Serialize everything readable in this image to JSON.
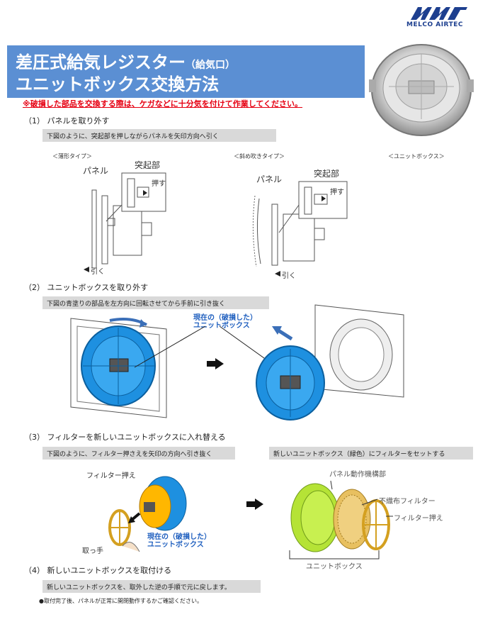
{
  "brand": {
    "name": "MELCO AIRTEC",
    "colors": {
      "banner": "#5b8fd3",
      "warning": "#e60012",
      "unit_blue": "#1e90e0",
      "unit_green": "#b5e336",
      "filter_yellow": "#e8c060"
    }
  },
  "header": {
    "title_line1": "差圧式給気レジスター",
    "title_line1_sub": "（給気口）",
    "title_line2": "ユニットボックス交換方法"
  },
  "warning": "※破損した部品を交換する際は、ケガなどに十分気を付けて作業してください。",
  "step1": {
    "heading": "（1） パネルを取り外す",
    "note": "下図のように、突起部を押しながらパネルを矢印方向へ引く",
    "labels": {
      "thin_type": "＜薄形タイプ＞",
      "slant_type": "＜斜め吹きタイプ＞",
      "unit_box": "＜ユニットボックス＞",
      "panel": "パネル",
      "protrusion": "突起部",
      "push": "押す",
      "pull": "引く"
    }
  },
  "step2": {
    "heading": "（2） ユニットボックスを取り外す",
    "note": "下図の青塗りの部品を左方向に回転させてから手前に引き抜く",
    "current_box": "現在の（破損した）\nユニットボックス",
    "current_box_l1": "現在の（破損した）",
    "current_box_l2": "ユニットボックス"
  },
  "step3": {
    "heading": "（3） フィルターを新しいユニットボックスに入れ替える",
    "note_left": "下図のように、フィルター押さえを矢印の方向へ引き抜く",
    "note_right": "新しいユニットボックス（緑色）にフィルターをセットする",
    "labels": {
      "filter_holder": "フィルター押え",
      "handle": "取っ手",
      "current_l1": "現在の（破損した）",
      "current_l2": "ユニットボックス",
      "panel_mechanism": "パネル動作機構部",
      "nonwoven": "不織布フィルター",
      "filter_holder2": "フィルター押え",
      "unit_box": "ユニットボックス"
    }
  },
  "step4": {
    "heading": "（4） 新しいユニットボックスを取付ける",
    "note": "新しいユニットボックスを、取外した逆の手順で元に戻します。",
    "bottom": "●取付完了後、パネルが正常に開閉動作するかご確認ください。"
  }
}
